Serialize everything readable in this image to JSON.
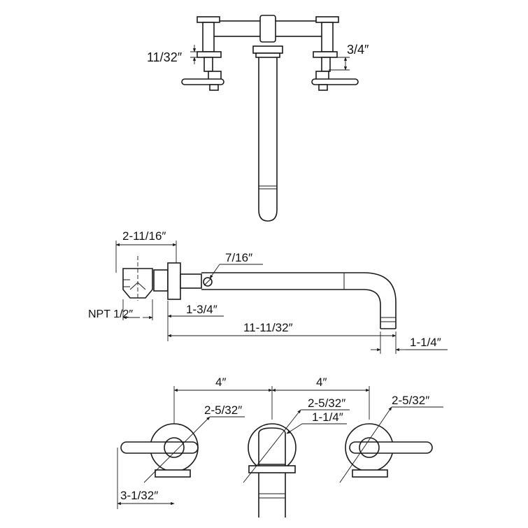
{
  "diagram": {
    "top_view": {
      "dim_handle_gap": "11/32″",
      "dim_handle_height": "3/4″"
    },
    "side_view": {
      "dim_body_depth": "2-11/16″",
      "dim_set_screw": "7/16″",
      "dim_connection": "NPT 1/2″",
      "dim_flange": "1-3/4″",
      "dim_spout_reach": "11-11/32″",
      "dim_spout_outlet": "1-1/4″"
    },
    "front_view": {
      "dim_center_left": "4″",
      "dim_center_right": "4″",
      "dim_left_escutcheon": "2-5/32″",
      "dim_mid_escutcheon": "2-5/32″",
      "dim_spout_diameter": "1-1/4″",
      "dim_right_escutcheon": "2-5/32″",
      "dim_lever_length": "3-1/32″"
    }
  }
}
